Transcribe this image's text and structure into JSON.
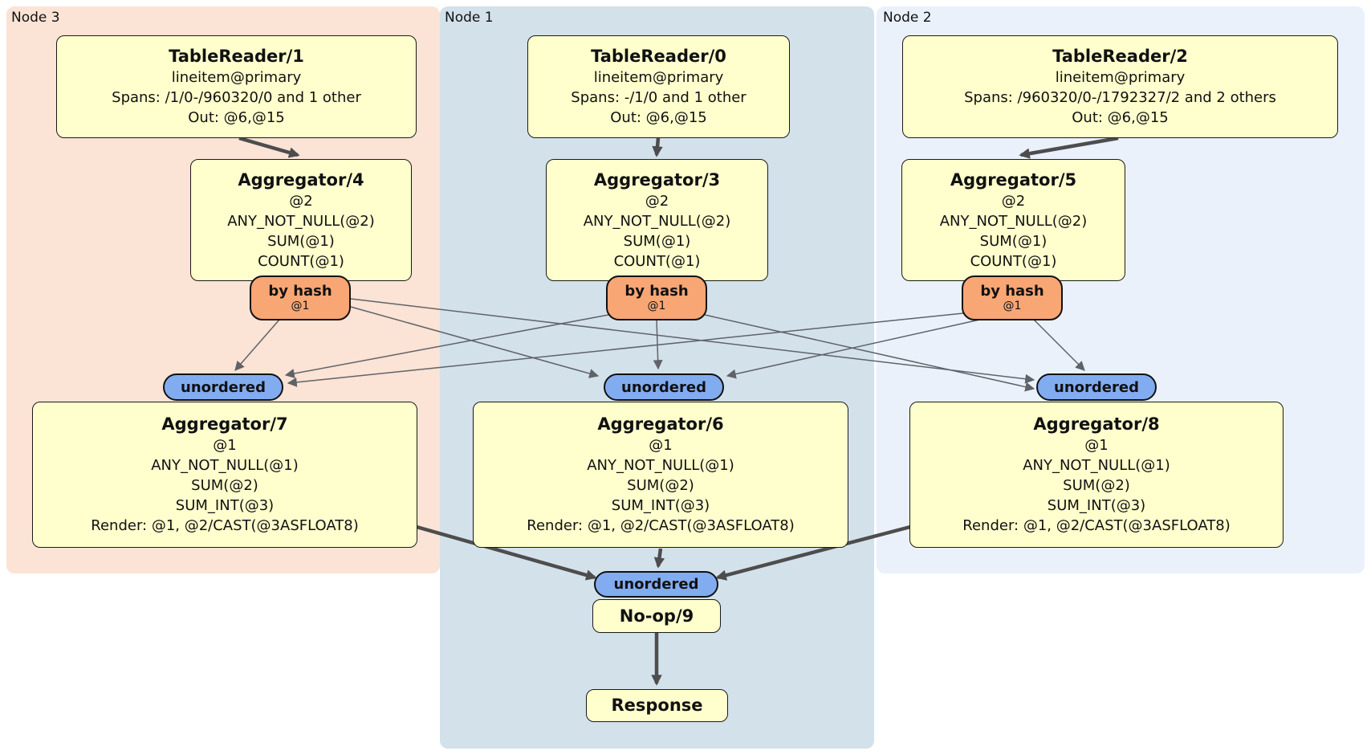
{
  "nodes": [
    {
      "label": "Node 3",
      "table_reader": {
        "title": "TableReader/1",
        "lines": [
          "lineitem@primary",
          "Spans: /1/0-/960320/0 and 1 other",
          "Out: @6,@15"
        ]
      },
      "pre_aggregator": {
        "title": "Aggregator/4",
        "lines": [
          "@2",
          "ANY_NOT_NULL(@2)",
          "SUM(@1)",
          "COUNT(@1)"
        ]
      },
      "router": {
        "label": "by hash",
        "detail": "@1"
      },
      "sync": {
        "label": "unordered"
      },
      "final_aggregator": {
        "title": "Aggregator/7",
        "lines": [
          "@1",
          "ANY_NOT_NULL(@1)",
          "SUM(@2)",
          "SUM_INT(@3)",
          "Render: @1, @2/CAST(@3ASFLOAT8)"
        ]
      }
    },
    {
      "label": "Node 1",
      "table_reader": {
        "title": "TableReader/0",
        "lines": [
          "lineitem@primary",
          "Spans: -/1/0 and 1 other",
          "Out: @6,@15"
        ]
      },
      "pre_aggregator": {
        "title": "Aggregator/3",
        "lines": [
          "@2",
          "ANY_NOT_NULL(@2)",
          "SUM(@1)",
          "COUNT(@1)"
        ]
      },
      "router": {
        "label": "by hash",
        "detail": "@1"
      },
      "sync": {
        "label": "unordered"
      },
      "final_aggregator": {
        "title": "Aggregator/6",
        "lines": [
          "@1",
          "ANY_NOT_NULL(@1)",
          "SUM(@2)",
          "SUM_INT(@3)",
          "Render: @1, @2/CAST(@3ASFLOAT8)"
        ]
      }
    },
    {
      "label": "Node 2",
      "table_reader": {
        "title": "TableReader/2",
        "lines": [
          "lineitem@primary",
          "Spans: /960320/0-/1792327/2 and 2 others",
          "Out: @6,@15"
        ]
      },
      "pre_aggregator": {
        "title": "Aggregator/5",
        "lines": [
          "@2",
          "ANY_NOT_NULL(@2)",
          "SUM(@1)",
          "COUNT(@1)"
        ]
      },
      "router": {
        "label": "by hash",
        "detail": "@1"
      },
      "sync": {
        "label": "unordered"
      },
      "final_aggregator": {
        "title": "Aggregator/8",
        "lines": [
          "@1",
          "ANY_NOT_NULL(@1)",
          "SUM(@2)",
          "SUM_INT(@3)",
          "Render: @1, @2/CAST(@3ASFLOAT8)"
        ]
      }
    }
  ],
  "final_stage": {
    "sync_label": "unordered",
    "noop_title": "No-op/9",
    "response_title": "Response"
  },
  "colors": {
    "node3_bg": "#fbe3d5",
    "node1_bg": "#d3e1eb",
    "node2_bg": "#eaf1fb",
    "processor_fill": "#ffffcd",
    "router_fill": "#f8a674",
    "sync_fill": "#82acf0",
    "edge_thin": "#5f6368",
    "edge_thick": "#4d4d4d"
  }
}
